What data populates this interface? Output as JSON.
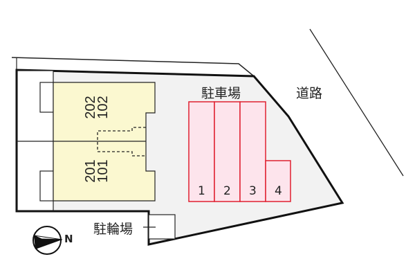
{
  "labels": {
    "parking": "駐車場",
    "road": "道路",
    "bicycle_parking": "駐輪場",
    "north": "N"
  },
  "units": [
    {
      "upper": "202",
      "lower": "102"
    },
    {
      "upper": "201",
      "lower": "101"
    }
  ],
  "parking_spaces": [
    "1",
    "2",
    "3",
    "4"
  ],
  "colors": {
    "building": "#fbf8d0",
    "lot": "#f2f2f2",
    "parking_fill": "#fde4ec",
    "parking_stroke": "#e02030"
  }
}
